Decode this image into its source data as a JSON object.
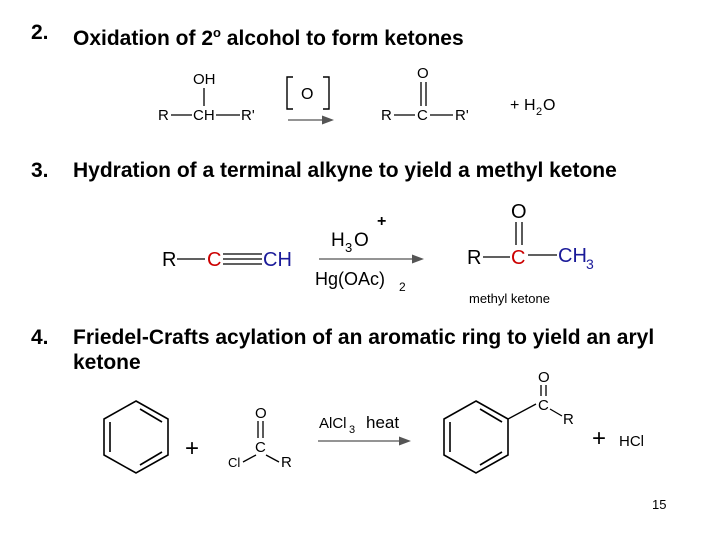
{
  "colors": {
    "text": "#000000",
    "accent_red": "#cc0000",
    "accent_blue": "#1a1a99",
    "arrow_gray": "#555555"
  },
  "sections": [
    {
      "number": "2.",
      "title_pre": "Oxidation of 2",
      "title_sup": "o",
      "title_post": " alcohol to form ketones",
      "reactant": {
        "oh": "OH",
        "r": "R",
        "ch": "CH",
        "r_prime": "R'"
      },
      "reagent": "O",
      "product": {
        "o": "O",
        "r": "R",
        "c": "C",
        "r_prime": "R'"
      },
      "byproduct": {
        "plus": "+",
        "h": "H",
        "sub": "2",
        "o": "O"
      }
    },
    {
      "number": "3.",
      "title": "Hydration of a terminal alkyne to yield a methyl ketone",
      "reactant": {
        "r": "R",
        "c": "C",
        "ch": "CH"
      },
      "reagent_top": {
        "h": "H",
        "sub": "3",
        "o": "O",
        "charge": "+"
      },
      "reagent_bottom": {
        "main": "Hg(OAc)",
        "sub": "2"
      },
      "product": {
        "o": "O",
        "r": "R",
        "c": "C",
        "ch": "CH",
        "sub": "3"
      },
      "product_label": "methyl ketone"
    },
    {
      "number": "4.",
      "title": "Friedel-Crafts acylation of an aromatic ring to yield an aryl ketone",
      "plus1": "+",
      "acyl": {
        "o": "O",
        "c": "C",
        "cl": "Cl",
        "r": "R"
      },
      "reagent": {
        "alcl": "AlCl",
        "sub": "3",
        "heat": "heat"
      },
      "product": {
        "o": "O",
        "c": "C",
        "r": "R"
      },
      "byproduct": {
        "plus": "+",
        "hcl": "HCl"
      }
    }
  ],
  "page_number": "15"
}
